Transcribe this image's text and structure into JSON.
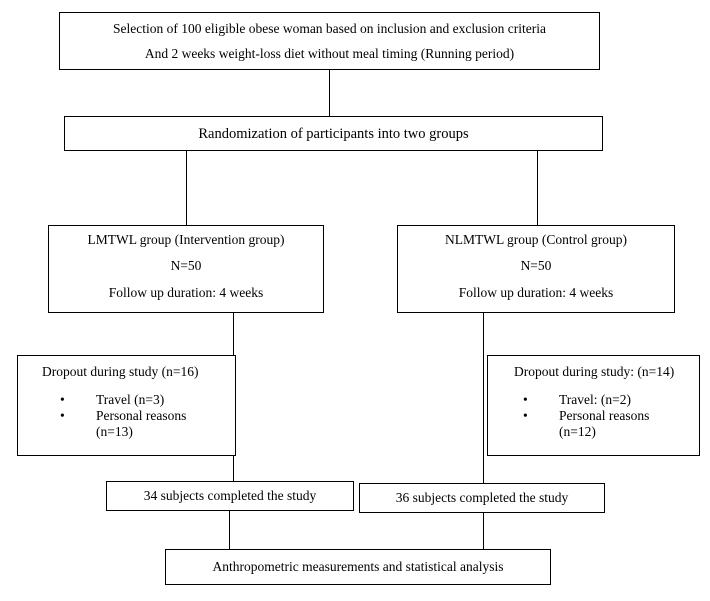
{
  "selection": {
    "line1": "Selection of 100 eligible obese woman based on inclusion and exclusion criteria",
    "line2": "And 2 weeks weight-loss diet without meal timing (Running period)"
  },
  "randomization": {
    "label": "Randomization of participants into two groups"
  },
  "left_group": {
    "title": "LMTWL group (Intervention group)",
    "n": "N=50",
    "follow_up": "Follow up duration: 4 weeks"
  },
  "right_group": {
    "title": "NLMTWL group (Control group)",
    "n": "N=50",
    "follow_up": "Follow up duration: 4 weeks"
  },
  "left_dropout": {
    "title": "Dropout during study (n=16)",
    "bullet": "•",
    "items": [
      "Travel (n=3)",
      "Personal reasons",
      "(n=13)"
    ]
  },
  "right_dropout": {
    "title": "Dropout during study: (n=14)",
    "bullet": "•",
    "items": [
      "Travel: (n=2)",
      "Personal reasons",
      "(n=12)"
    ]
  },
  "left_completed": {
    "label": "34 subjects completed the study"
  },
  "right_completed": {
    "label": "36 subjects completed the study"
  },
  "final": {
    "label": "Anthropometric measurements and statistical analysis"
  }
}
